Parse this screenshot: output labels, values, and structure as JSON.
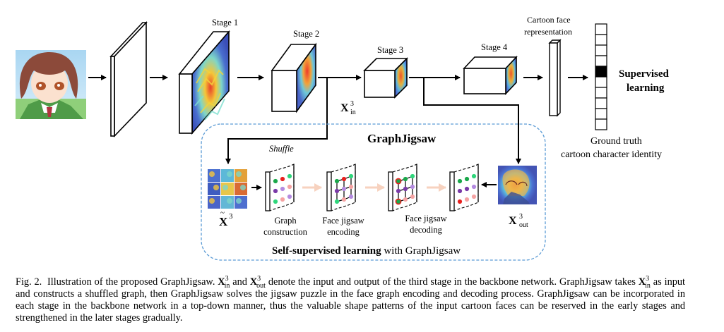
{
  "figure": {
    "stage_labels": [
      "Stage 1",
      "Stage 2",
      "Stage 3",
      "Stage 4"
    ],
    "representation_label_lines": [
      "Cartoon face",
      "representation"
    ],
    "supervised_label_lines": [
      "Supervised",
      "learning"
    ],
    "ground_truth_label_lines": [
      "Ground truth",
      "cartoon character identity"
    ],
    "identity_vector": {
      "cell_count": 10,
      "active_index": 4
    },
    "x_in": {
      "base": "X",
      "sup": "3",
      "sub": "in"
    },
    "x_out": {
      "base": "X",
      "sup": "3",
      "sub": "out"
    },
    "x_tilde": {
      "base": "X",
      "sup": "3"
    },
    "graphjigsaw_title": "GraphJigsaw",
    "shuffle_label": "Shuffle",
    "step_labels": [
      [
        "Graph",
        "construction"
      ],
      [
        "Face jigsaw",
        "encoding"
      ],
      [
        "Face jigsaw",
        "decoding"
      ]
    ],
    "ssl_label_bold": "Self-supervised learning",
    "ssl_label_rest": " with GraphJigsaw",
    "colors": {
      "dashed_box": "#5b9bd5",
      "pastel_arrow": "#f7d2bf",
      "node_green": "#1aa84a",
      "node_red": "#e8201e",
      "node_mint": "#2fd67b",
      "node_purple": "#7a3aa8",
      "node_violet": "#b48ae0",
      "node_pink": "#f5a3a3"
    }
  },
  "caption": {
    "fig_label": "Fig. 2.",
    "part1": "Illustration of the proposed GraphJigsaw. ",
    "part2": " and ",
    "part3": " denote the input and output of the third stage in the backbone network. GraphJigsaw takes ",
    "part4": " as input and constructs a shuffled graph, then GraphJigsaw solves the jigsaw puzzle in the face graph encoding and decoding process. GraphJigsaw can be incorporated in each stage in the backbone network in a top-down manner, thus the valuable shape patterns of the input cartoon faces can be reserved in the early stages and strengthened in the later stages gradually."
  }
}
